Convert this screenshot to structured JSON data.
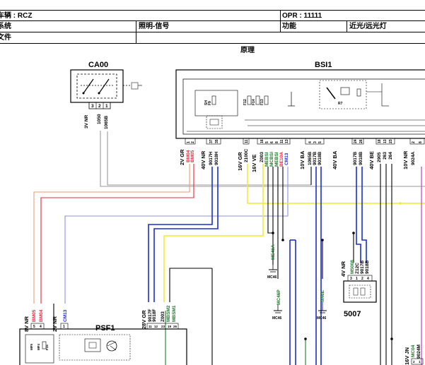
{
  "header": {
    "vehicle_label": "车辆 : RCZ",
    "opr_label": "OPR : 11111",
    "system_label": "系统",
    "system_value": "照明-信号",
    "function_label": "功能",
    "function_value": "近光/远光灯",
    "doc_label": "文件",
    "section_title": "原理"
  },
  "components": {
    "ca00": "CA00",
    "bsi1": "BSI1",
    "psf1": "PSF1",
    "c5007": "5007",
    "r7": "R7"
  },
  "ca00_pins": {
    "harness": "3V NR",
    "pins": [
      "3",
      "2",
      "1"
    ],
    "wires": [
      "1050",
      "1065B"
    ]
  },
  "bsi_connectors": [
    {
      "harness": "2V GR",
      "pins": [
        "1",
        "2"
      ],
      "wires": [
        "BM04",
        "BM05"
      ]
    },
    {
      "harness": "40V NR",
      "pins": [
        "37",
        "35"
      ],
      "wires": [
        "9017H",
        "9018H"
      ]
    },
    {
      "harness": "16V GR",
      "pins": [
        "11"
      ],
      "wires": [
        "2100C"
      ]
    },
    {
      "harness": "16V VE",
      "pins": [
        "16",
        "5",
        "6",
        "8",
        "11",
        "13"
      ],
      "wires": [
        "Z003",
        "MEBSI",
        "MCBSI",
        "MEBSI",
        "BE10A",
        "CM13"
      ]
    },
    {
      "harness": "10V BA",
      "pins": [
        "4",
        "3",
        "5"
      ],
      "wires": [
        "1065B",
        "9017B",
        "9018B"
      ]
    },
    {
      "harness": "40V BA",
      "pins": [
        "24",
        "26"
      ],
      "wires": [
        "9017B",
        "9018B"
      ]
    },
    {
      "harness": "40V BE",
      "pins": [
        "18",
        "13",
        "23"
      ],
      "wires": [
        "2905",
        "263",
        "264"
      ]
    },
    {
      "harness": "10V NR",
      "pins": [
        "2",
        "8"
      ],
      "wires": [
        "9024A",
        ""
      ]
    }
  ],
  "bsi_inner": {
    "labels": [
      "SH",
      "F9",
      "F12",
      "F14",
      "F13"
    ]
  },
  "grounds": [
    {
      "name": "ME46A",
      "label": "MC46"
    },
    {
      "name": "MC46P",
      "label": "MC46"
    },
    {
      "name": "M46E",
      "label": "MC46"
    }
  ],
  "c5007_pins": {
    "harness": "4V NR",
    "pins": [
      "3",
      "1",
      "2",
      "4"
    ],
    "wires": [
      "M5008",
      "Z12C",
      "9017B",
      "9018B"
    ]
  },
  "psf1_pins": {
    "left_harness": "8V NR",
    "left_pins": [
      "5",
      "4"
    ],
    "left_wires": [
      "BM05",
      "BM04"
    ],
    "mid_harness": "2V NR",
    "mid_pins": [
      "1"
    ],
    "mid_wires": [
      "CM13"
    ],
    "right_harness": "28V GR",
    "right_pins": [
      "11",
      "12",
      "23",
      "19",
      "26"
    ],
    "right_wires": [
      "9017F",
      "9018F",
      "Z003",
      "MBSM2",
      "MBSM1"
    ],
    "inner_labels": [
      "MF5",
      "MF4",
      "F15"
    ]
  },
  "right_edge": {
    "harness": "16V JN",
    "pins": [
      "2",
      "1"
    ],
    "wires": [
      "MC04",
      "9024M"
    ]
  },
  "colors": {
    "black": "#000000",
    "red": "#e8283a",
    "blue": "#1c2ecc",
    "yellow": "#f2ea2c",
    "green": "#1e7a2e",
    "gray": "#9a9a9a",
    "purple": "#b468c8",
    "light_blue": "#8e90e0",
    "salmon": "#e79a7a"
  }
}
